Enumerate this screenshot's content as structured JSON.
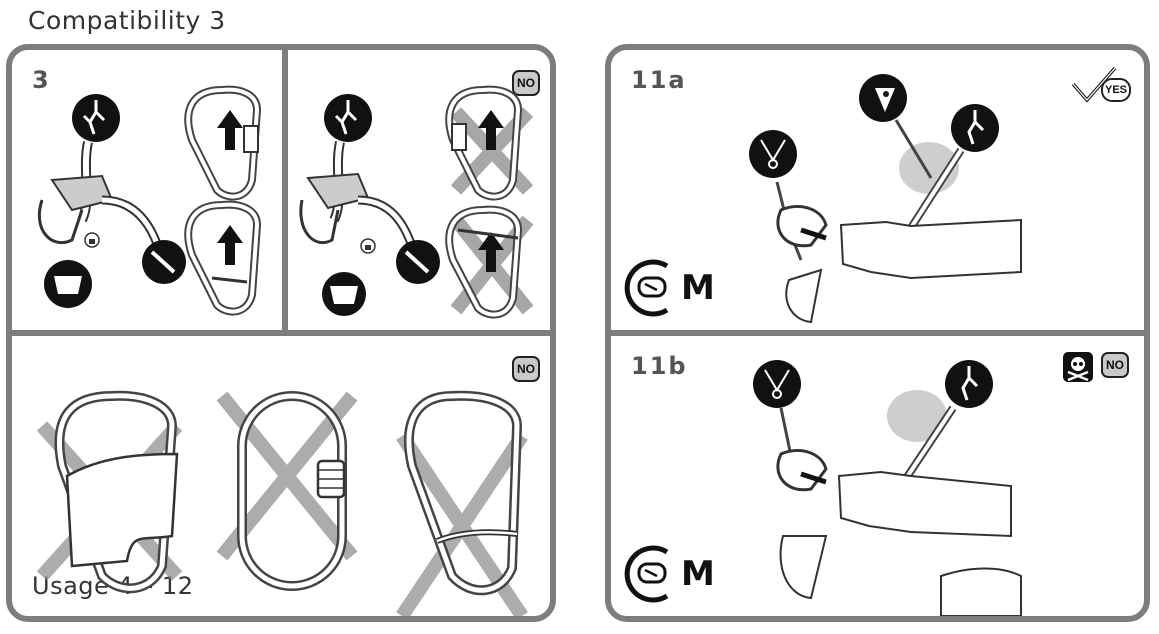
{
  "header": {
    "title": "Compatibility 3"
  },
  "left": {
    "step_label": "3",
    "badge_no_top": "NO",
    "badge_no_bottom": "NO",
    "caption": "Usage 4 – 12"
  },
  "right": {
    "step_a": "11a",
    "step_b": "11b",
    "badge_yes": "YES",
    "badge_no": "NO",
    "mode_letter_a": "M",
    "mode_letter_b": "M"
  },
  "colors": {
    "border": "#7d7d7d",
    "badge_fill": "#c9c9c9",
    "cross": "#8a8a8a",
    "icon": "#111111"
  }
}
